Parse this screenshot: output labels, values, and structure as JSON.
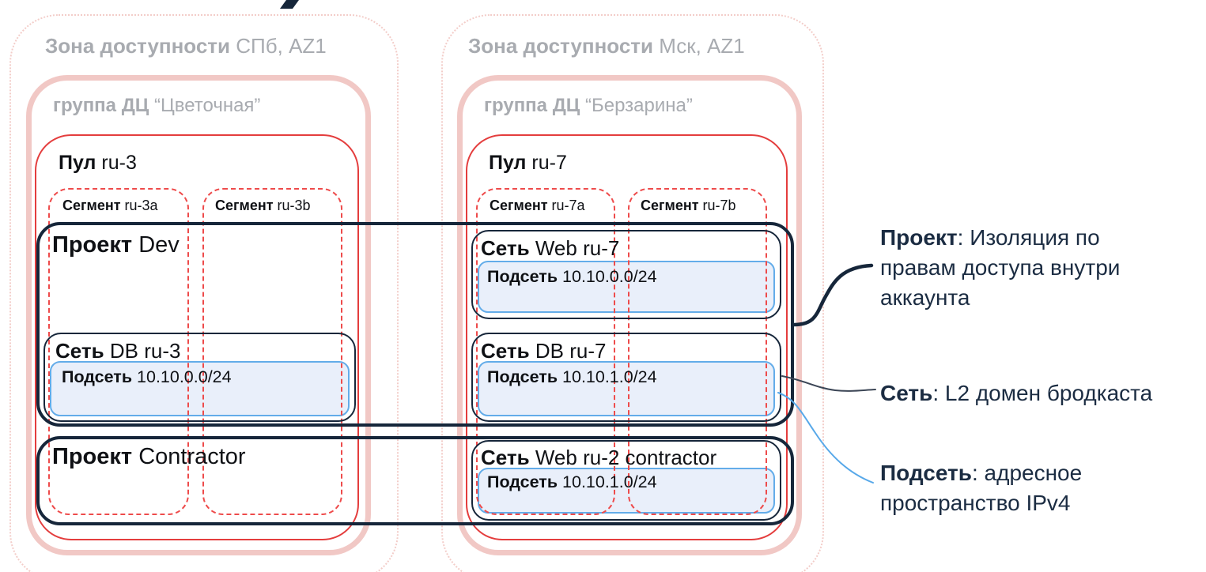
{
  "zones": [
    {
      "label_bold": "Зона доступности",
      "label_rest": "СПб, AZ1",
      "group": {
        "label_bold": "группа ДЦ",
        "label_rest": "“Цветочная”"
      },
      "pool": {
        "label_bold": "Пул",
        "label_rest": "ru-3",
        "segments": [
          {
            "label_bold": "Сегмент",
            "label_rest": "ru-3a"
          },
          {
            "label_bold": "Сегмент",
            "label_rest": "ru-3b"
          }
        ]
      }
    },
    {
      "label_bold": "Зона доступности",
      "label_rest": "Мск, AZ1",
      "group": {
        "label_bold": "группа ДЦ",
        "label_rest": "“Берзарина”"
      },
      "pool": {
        "label_bold": "Пул",
        "label_rest": "ru-7",
        "segments": [
          {
            "label_bold": "Сегмент",
            "label_rest": "ru-7a"
          },
          {
            "label_bold": "Сегмент",
            "label_rest": "ru-7b"
          }
        ]
      }
    }
  ],
  "projects": [
    {
      "label_bold": "Проект",
      "label_rest": "Dev"
    },
    {
      "label_bold": "Проект",
      "label_rest": "Contractor"
    }
  ],
  "networks": [
    {
      "label_bold": "Сеть",
      "label_rest": "DB ru-3",
      "subnet": {
        "label_bold": "Подсеть",
        "label_rest": "10.10.0.0/24"
      }
    },
    {
      "label_bold": "Сеть",
      "label_rest": "Web ru-7",
      "subnet": {
        "label_bold": "Подсеть",
        "label_rest": "10.10.0.0/24"
      }
    },
    {
      "label_bold": "Сеть",
      "label_rest": "DB ru-7",
      "subnet": {
        "label_bold": "Подсеть",
        "label_rest": "10.10.1.0/24"
      }
    },
    {
      "label_bold": "Сеть",
      "label_rest": "Web ru-2 contractor",
      "subnet": {
        "label_bold": "Подсеть",
        "label_rest": "10.10.1.0/24"
      }
    }
  ],
  "annotations": [
    {
      "term": "Проект",
      "text": ": Изоляция по\nправам доступа внутри\nаккаунта"
    },
    {
      "term": "Сеть",
      "text": ": L2 домен бродкаста"
    },
    {
      "term": "Подсеть",
      "text": ": адресное\nпространство IPv4"
    }
  ],
  "colors": {
    "navy": "#16263a",
    "red_pool": "#e43d3d",
    "red_segment": "#ee4b4b",
    "pink_group": "#f1c8c5",
    "pink_zone": "#f3cdc9",
    "gray_text": "#a8abb0",
    "subnet_fill": "#e9effa",
    "subnet_border": "#63ace9",
    "blue_connector": "#57a8e9",
    "annotation_text": "#1b2c42"
  }
}
